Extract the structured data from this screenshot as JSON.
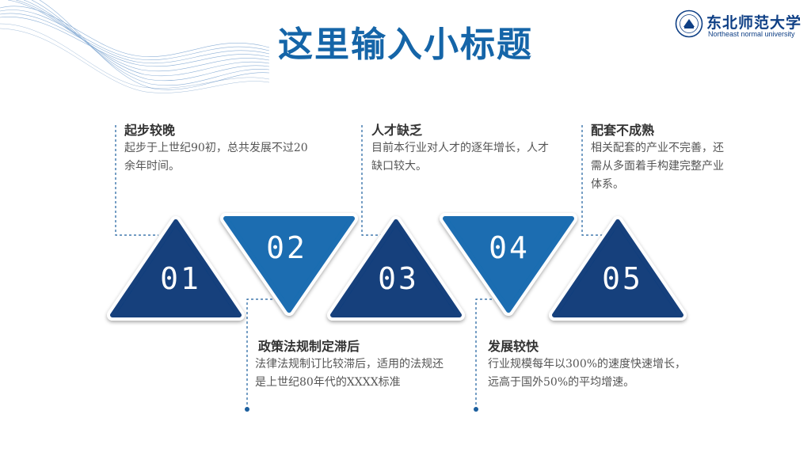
{
  "title": "这里输入小标题",
  "logo": {
    "name": "东北师范大学",
    "english": "Northeast normal university"
  },
  "colors": {
    "title": "#1565a8",
    "dark_blue": "#123f7c",
    "mid_blue": "#1a6db1",
    "dashed_line": "#1c5f9e",
    "text": "#555555"
  },
  "steps": [
    {
      "number": "01",
      "title": "起步较晚",
      "description": "起步于上世纪90初，总共发展不过20余年时间。"
    },
    {
      "number": "02",
      "title": "政策法规制定滞后",
      "description": "法律法规制订比较滞后，适用的法规还是上世纪80年代的XXXX标准"
    },
    {
      "number": "03",
      "title": "人才缺乏",
      "description": "目前本行业对人才的逐年增长，人才缺口较大。"
    },
    {
      "number": "04",
      "title": "发展较快",
      "description": "行业规模每年以300%的速度快速增长，远高于国外50%的平均增速。"
    },
    {
      "number": "05",
      "title": "配套不成熟",
      "description": "相关配套的产业不完善，还需从多面着手构建完整产业体系。"
    }
  ]
}
